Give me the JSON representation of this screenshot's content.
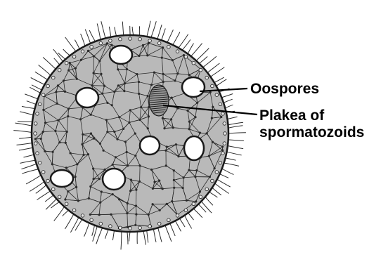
{
  "labels": {
    "oospores": "Oospores",
    "plakea_line1": "Plakea of",
    "plakea_line2": "spormatozoids"
  },
  "colors": {
    "colony_fill": "#b9b9b9",
    "outline": "#1a1a1a",
    "network": "#2b2b2b",
    "oospore_fill": "#ffffff",
    "background": "#ffffff"
  }
}
